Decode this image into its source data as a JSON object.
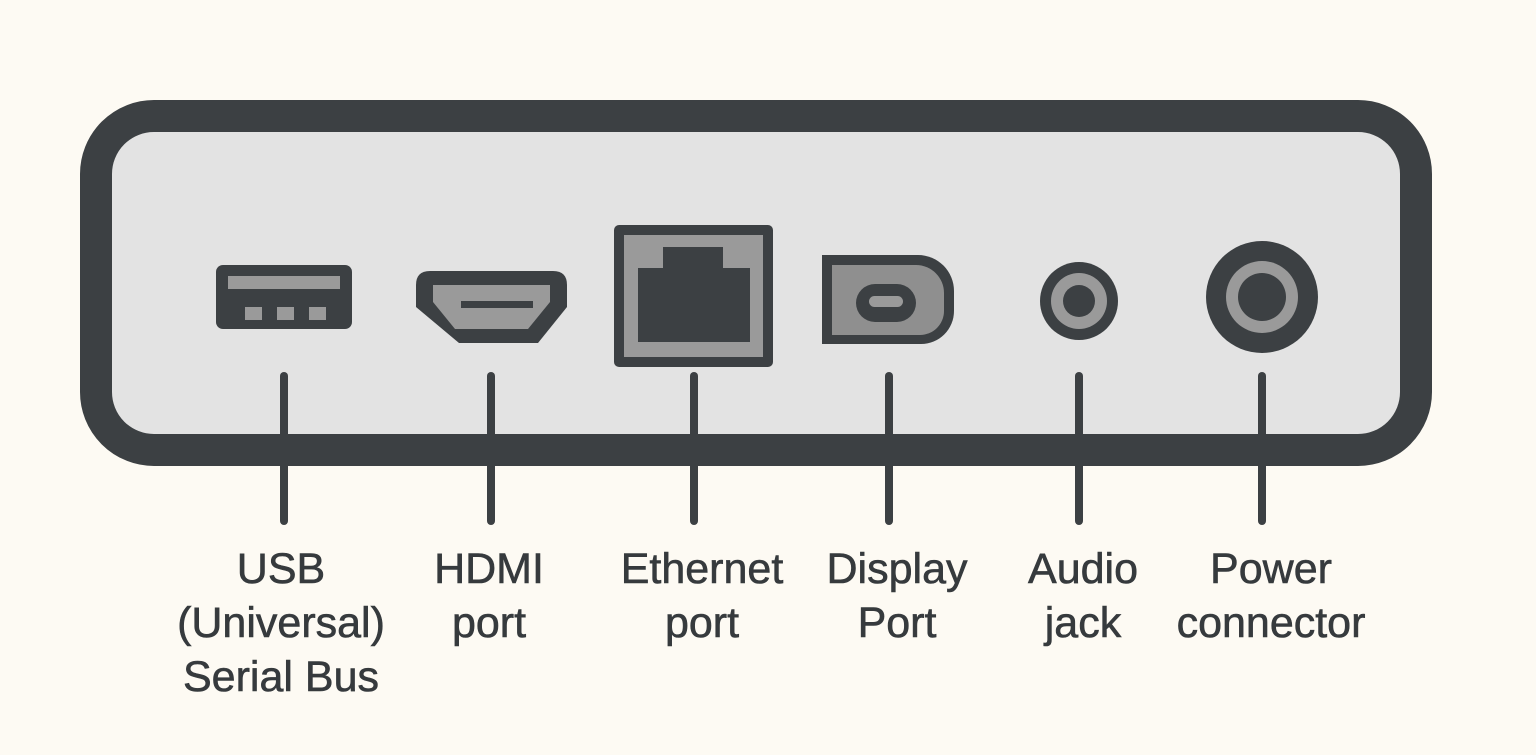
{
  "colors": {
    "background": "#fdfaf3",
    "outline": "#3c4043",
    "panel": "#e3e3e3",
    "port_gray": "#9a9a9a",
    "text": "#363a3d"
  },
  "ports": [
    {
      "id": "usb",
      "icon": "usb-port-icon",
      "label_lines": [
        "USB",
        "(Universal)",
        "Serial Bus"
      ]
    },
    {
      "id": "hdmi",
      "icon": "hdmi-port-icon",
      "label_lines": [
        "HDMI",
        "port"
      ]
    },
    {
      "id": "ethernet",
      "icon": "ethernet-port-icon",
      "label_lines": [
        "Ethernet",
        "port"
      ]
    },
    {
      "id": "displayport",
      "icon": "displayport-icon",
      "label_lines": [
        "Display",
        "Port"
      ]
    },
    {
      "id": "audio",
      "icon": "audio-jack-icon",
      "label_lines": [
        "Audio",
        "jack"
      ]
    },
    {
      "id": "power",
      "icon": "power-connector-icon",
      "label_lines": [
        "Power",
        "connector"
      ]
    }
  ]
}
